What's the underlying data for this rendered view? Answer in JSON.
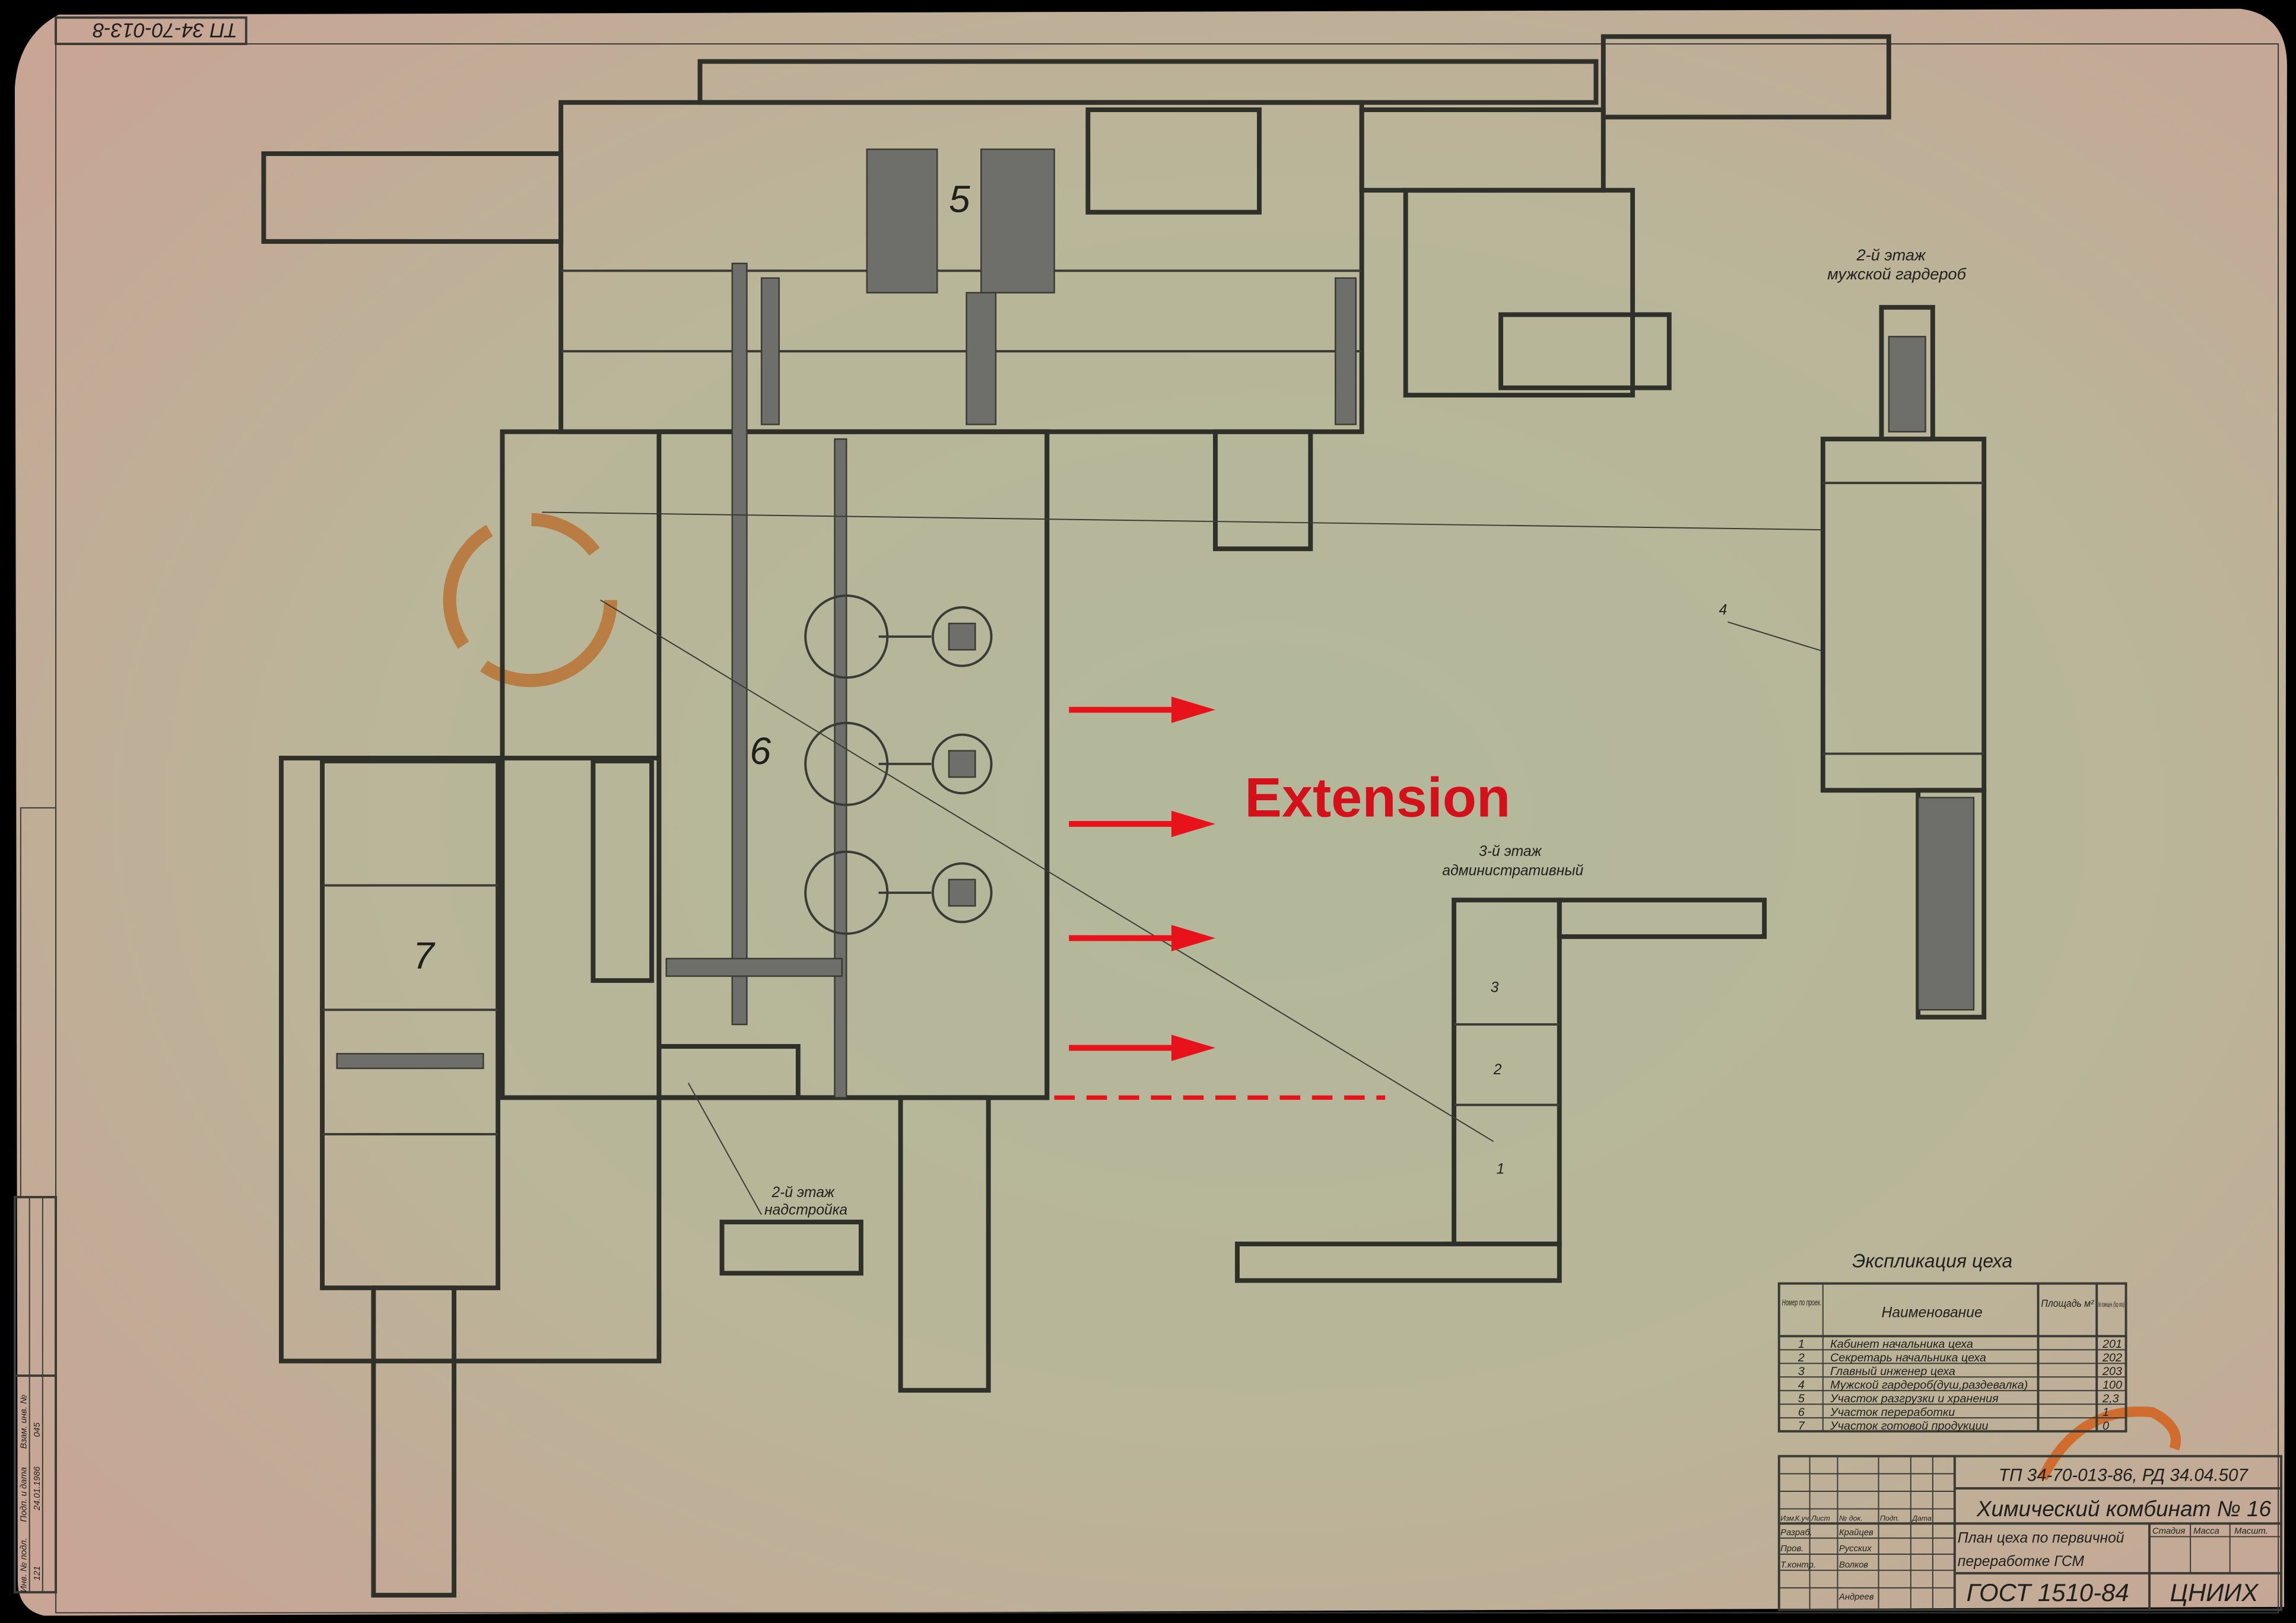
{
  "stamp_top": "ТП 34-70-013-8",
  "building_numbers": {
    "b4": "4",
    "b5": "5",
    "b6": "6",
    "b7": "7"
  },
  "annotation": {
    "text": "Extension",
    "color": "#d4101a"
  },
  "floor_labels": {
    "mens_wardrobe": {
      "line1": "2-й этаж",
      "line2": "мужской гардероб"
    },
    "admin": {
      "line1": "3-й этаж",
      "line2": "административный"
    },
    "superstructure": {
      "line1": "2-й этаж",
      "line2": "надстройка"
    }
  },
  "admin_rooms": [
    "3",
    "2",
    "1"
  ],
  "explication": {
    "title": "Экспликация цеха",
    "headers": {
      "num": "Номер по проек.",
      "name": "Наименование",
      "area": "Площадь м²",
      "room": "№ помещен. (бор ота)"
    },
    "rows": [
      {
        "num": "1",
        "name": "Кабинет начальника цеха",
        "area": "",
        "room": "201"
      },
      {
        "num": "2",
        "name": "Секретарь начальника цеха",
        "area": "",
        "room": "202"
      },
      {
        "num": "3",
        "name": "Главный инженер цеха",
        "area": "",
        "room": "203"
      },
      {
        "num": "4",
        "name": "Мужской гардероб(душ,раздевалка)",
        "area": "",
        "room": "100"
      },
      {
        "num": "5",
        "name": "Участок разгрузки и хранения",
        "area": "",
        "room": "2,3"
      },
      {
        "num": "6",
        "name": "Участок переработки",
        "area": "",
        "room": "1"
      },
      {
        "num": "7",
        "name": "Участок готовой продукции",
        "area": "",
        "room": "0"
      }
    ]
  },
  "title_block": {
    "code": "ТП 34-70-013-86, РД 34.04.507",
    "organization": "Химический комбинат № 16",
    "drawing_title_1": "План цеха по первичной",
    "drawing_title_2": "переработке ГСМ",
    "standard": "ГОСТ 1510-84",
    "institute": "ЦНИИХ",
    "stage_headers": [
      "Стадия",
      "Масса",
      "Масшт."
    ],
    "sign_headers": [
      "Изм.",
      "К.уч.",
      "Лист",
      "№ док.",
      "Подп.",
      "Дата"
    ],
    "signers": [
      {
        "role": "Разраб.",
        "name": "Крайцев"
      },
      {
        "role": "Пров.",
        "name": "Русских"
      },
      {
        "role": "Т.контр.",
        "name": "Волков"
      },
      {
        "role": "",
        "name": "Андреев"
      }
    ]
  },
  "margin_stamp": {
    "labels": [
      "Инв. № подл.",
      "Подп. и дата",
      "Взам. инв. №"
    ],
    "values": [
      "121",
      "24.01.1986",
      "045"
    ]
  }
}
